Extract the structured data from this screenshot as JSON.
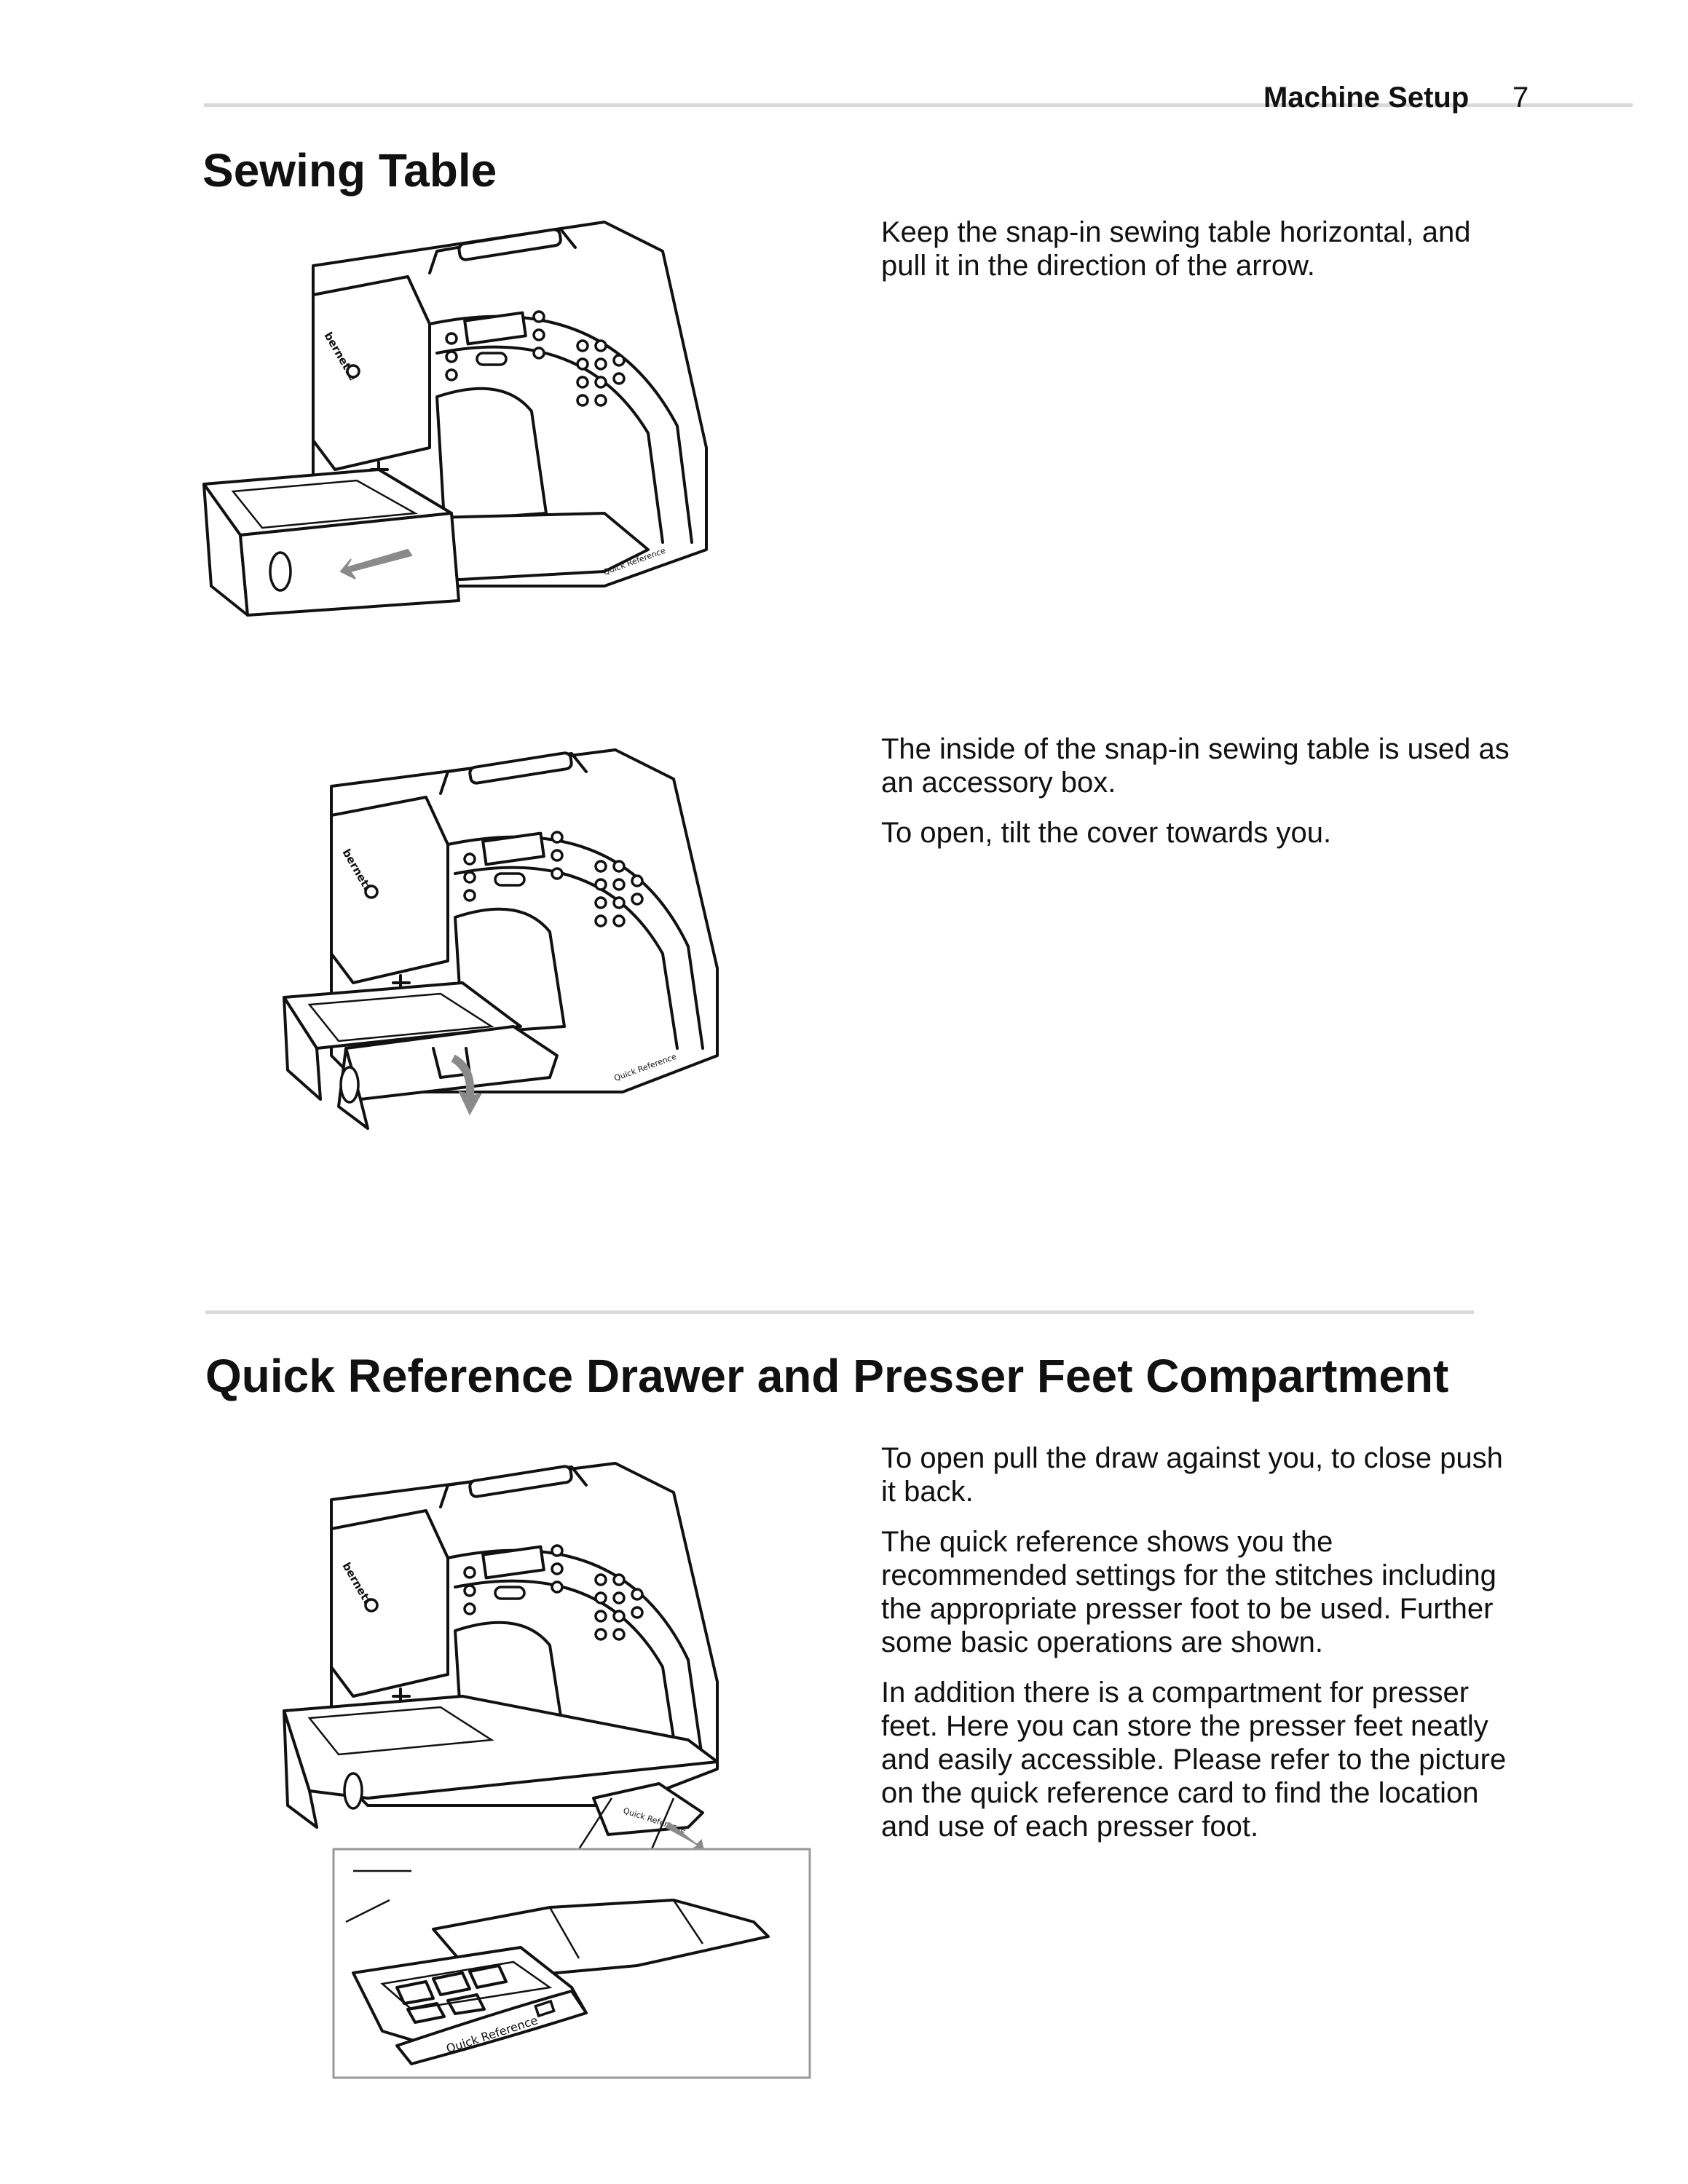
{
  "header": {
    "section": "Machine Setup",
    "page_number": "7"
  },
  "sewing_table": {
    "title": "Sewing Table",
    "block1": {
      "paragraphs": [
        "Keep the snap-in sewing table horizontal, and pull it in the direction of the arrow."
      ]
    },
    "block2": {
      "paragraphs": [
        "The inside of the snap-in sewing table is used as an accessory box.",
        "To open, tilt the cover towards you."
      ]
    }
  },
  "quick_reference": {
    "title": "Quick Reference Drawer and Presser Feet Compartment",
    "paragraphs": [
      "To open pull the draw against you, to close push it back.",
      "The quick reference shows you the recommended settings for the stitches including the appropriate presser foot to be used. Further some basic operations are shown.",
      "In addition there is a compartment for presser feet. Here you can store the presser feet neatly and easily accessible. Please refer to the picture on the quick reference card to find the location and use of each presser foot."
    ]
  },
  "illustration_labels": {
    "brand": "bernette",
    "drawer_label": "Quick Reference"
  },
  "icons": {
    "arrow_color": "#8a8a8a",
    "rule_color": "#d9d9d9"
  }
}
